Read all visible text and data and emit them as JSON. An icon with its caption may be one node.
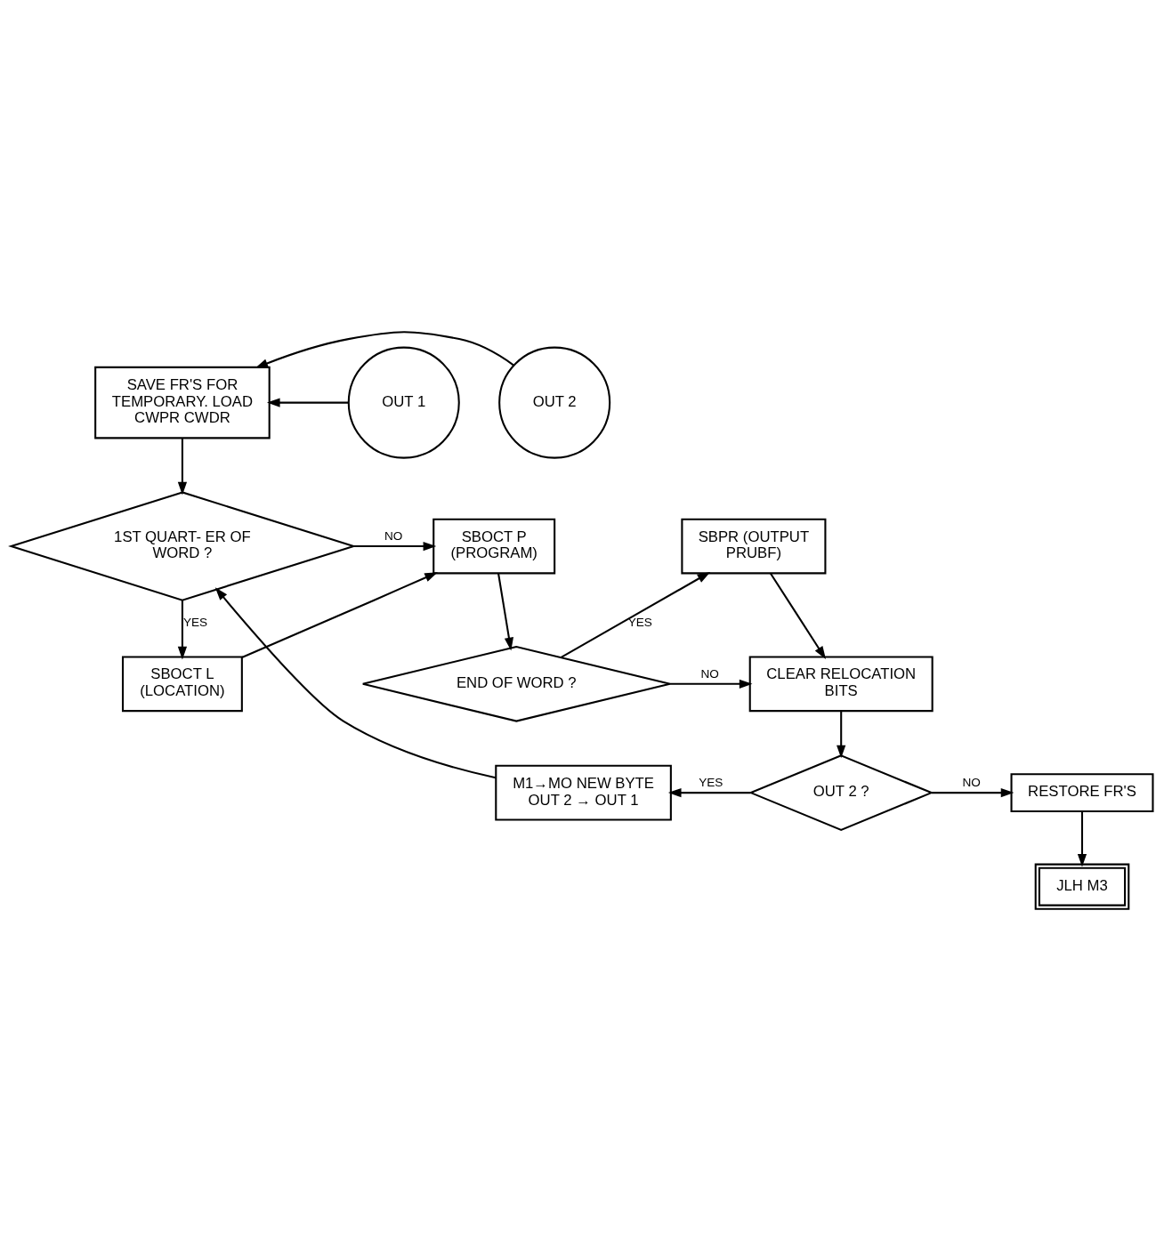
{
  "diagram": {
    "nodes": [
      {
        "text": [
          "SAVE FR'S FOR TEMPORARY. LOAD CWPR CWDR"
        ]
      },
      {
        "text": [
          "OUT 2"
        ]
      },
      {
        "text": [
          "OUT 1"
        ]
      },
      {
        "text": [
          "1ST QUART- ER OF WORD ?"
        ]
      },
      {
        "text": [
          "SBOCT P (PROGRAM)"
        ]
      },
      {
        "text": [
          "SBPR (OUTPUT PRUBF)"
        ]
      },
      {
        "text": [
          "SBOCT L (LOCATION)"
        ]
      },
      {
        "text": [
          "END OF WORD ?"
        ]
      },
      {
        "text": [
          "CLEAR RELOCATION BITS"
        ]
      },
      {
        "text": [
          "M1→MO NEW BYTE OUT 2 → OUT 1"
        ]
      },
      {
        "text": [
          "OUT 2 ?"
        ]
      },
      {
        "text": [
          "RESTORE FR'S"
        ]
      },
      {
        "text": [
          "JLH M3"
        ]
      }
    ],
    "edges": [
      {
        "from": 1,
        "to": 0,
        "arrow": "to"
      },
      {
        "from": 2,
        "to": 0,
        "arrow": "to"
      },
      {
        "from": 0,
        "to": 3,
        "arrow": "to"
      },
      {
        "from": 3,
        "to": 4,
        "arrow": "to",
        "label": "NO"
      },
      {
        "from": 3,
        "to": 6,
        "arrow": "to",
        "label": "YES"
      },
      {
        "from": 6,
        "to": 4,
        "arrow": "to"
      },
      {
        "from": 4,
        "to": 7,
        "arrow": "to"
      },
      {
        "from": 7,
        "to": 5,
        "arrow": "to",
        "label": "YES"
      },
      {
        "from": 5,
        "to": 8,
        "arrow": "to"
      },
      {
        "from": 7,
        "to": 8,
        "arrow": "to",
        "label": "NO"
      },
      {
        "from": 8,
        "to": 10,
        "arrow": "to"
      },
      {
        "from": 10,
        "to": 9,
        "arrow": "to",
        "label": "YES"
      },
      {
        "from": 10,
        "to": 11,
        "arrow": "to",
        "label": "NO"
      },
      {
        "from": 9,
        "to": 3,
        "arrow": "to"
      },
      {
        "from": 11,
        "to": 12,
        "arrow": "to"
      }
    ]
  }
}
